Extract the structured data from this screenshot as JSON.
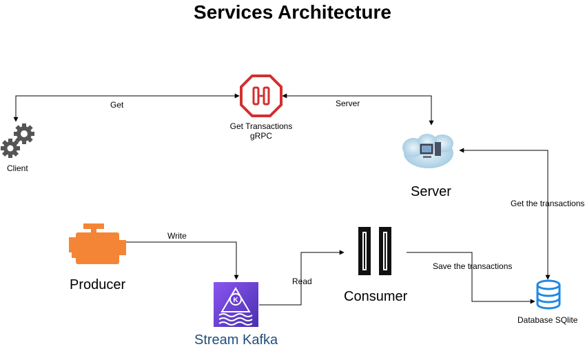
{
  "title": "Services Architecture",
  "nodes": {
    "client": {
      "label": "Client"
    },
    "grpc": {
      "label_line1": "Get Transactions",
      "label_line2": "gRPC"
    },
    "server": {
      "label": "Server"
    },
    "producer": {
      "label": "Producer"
    },
    "kafka": {
      "label": "Stream Kafka",
      "badge": "K"
    },
    "consumer": {
      "label": "Consumer"
    },
    "database": {
      "label": "Database SQlite"
    }
  },
  "edges": {
    "get": "Get",
    "server": "Server",
    "write": "Write",
    "read": "Read",
    "save": "Save the transactions",
    "get_transactions": "Get the transactions"
  },
  "colors": {
    "grpc_red": "#d32f2f",
    "kafka_purple": "#6c3fd1",
    "producer_orange": "#f58536",
    "database_blue": "#1e88e5",
    "kafka_label": "#1f4e79"
  }
}
